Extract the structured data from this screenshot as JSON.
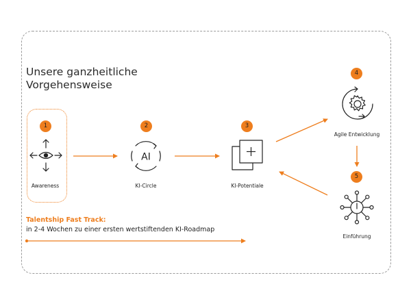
{
  "title": {
    "line1": "Unsere ganzheitliche",
    "line2": "Vorgehensweise"
  },
  "steps": [
    {
      "number": "1",
      "label": "Awareness",
      "icon": "eye-move-icon"
    },
    {
      "number": "2",
      "label": "KI-Circle",
      "icon": "ai-cycle-icon"
    },
    {
      "number": "3",
      "label": "KI-Potentiale",
      "icon": "add-layers-icon"
    },
    {
      "number": "4",
      "label": "Agile Entwicklung",
      "icon": "gear-cycle-icon"
    },
    {
      "number": "5",
      "label": "Einführung",
      "icon": "power-network-icon"
    }
  ],
  "ai_icon_text": "AI",
  "fast_track": {
    "title": "Talentship Fast Track:",
    "subtitle": "in 2-4 Wochen zu einer ersten wertstiftenden KI-Roadmap"
  },
  "colors": {
    "accent": "#ee7e1e",
    "text": "#222222",
    "frame": "#9a9a9a"
  }
}
